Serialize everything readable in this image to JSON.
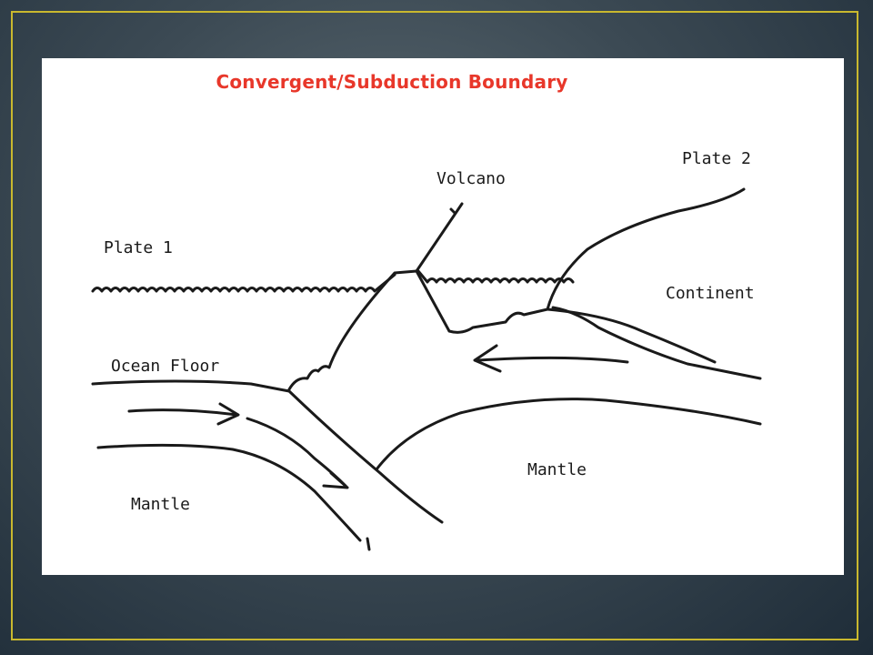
{
  "title": "Convergent/Subduction Boundary",
  "labels": {
    "plate1": "Plate 1",
    "plate2": "Plate 2",
    "volcano": "Volcano",
    "continent": "Continent",
    "ocean_floor": "Ocean Floor",
    "mantle_right": "Mantle",
    "mantle_left": "Mantle"
  },
  "colors": {
    "title": "#e8372a",
    "frame": "#c9b82e",
    "ink": "#1a1a1a"
  }
}
